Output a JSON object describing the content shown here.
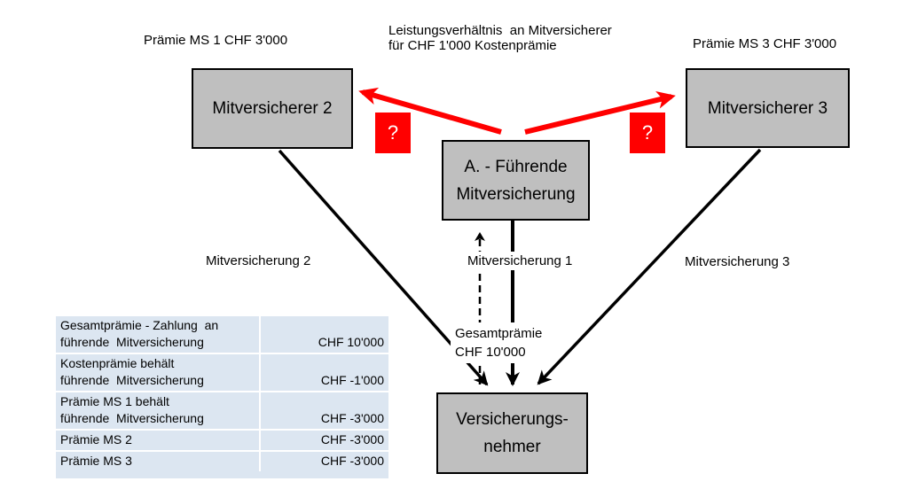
{
  "diagram": {
    "top_labels": {
      "praemie_ms1": "Prämie MS 1 CHF 3'000",
      "leistungsverhaeltnis": "Leistungsverhältnis  an Mitversicherer\nfür CHF 1'000 Kostenprämie",
      "praemie_ms3": "Prämie MS 3 CHF 3'000"
    },
    "boxes": {
      "mitversicherer_2": "Mitversicherer 2",
      "mitversicherer_3": "Mitversicherer 3",
      "fuehrende_mitversicherung": "A. - Führende\nMitversicherung",
      "versicherungsnehmer": "Versicherungs-\nnehmer"
    },
    "edge_labels": {
      "mitversicherung_2": "Mitversicherung 2",
      "mitversicherung_1": "Mitversicherung 1",
      "mitversicherung_3": "Mitversicherung 3",
      "gesamtpraemie": "Gesamtprämie\nCHF 10'000"
    },
    "question_mark": "?",
    "colors": {
      "box_fill": "#bfbfbf",
      "box_border": "#000000",
      "accent_red": "#ff0000",
      "table_bg": "#dce6f1",
      "line_black": "#000000"
    }
  },
  "table": {
    "rows": [
      {
        "label": "Gesamtprämie - Zahlung  an\nführende  Mitversicherung",
        "value": "CHF 10'000"
      },
      {
        "label": "Kostenprämie behält\nführende  Mitversicherung",
        "value": "CHF -1'000"
      },
      {
        "label": "Prämie MS 1 behält\nführende  Mitversicherung",
        "value": "CHF -3'000"
      },
      {
        "label": "Prämie MS 2",
        "value": "CHF -3'000"
      },
      {
        "label": "Prämie MS 3",
        "value": "CHF -3'000"
      }
    ]
  }
}
